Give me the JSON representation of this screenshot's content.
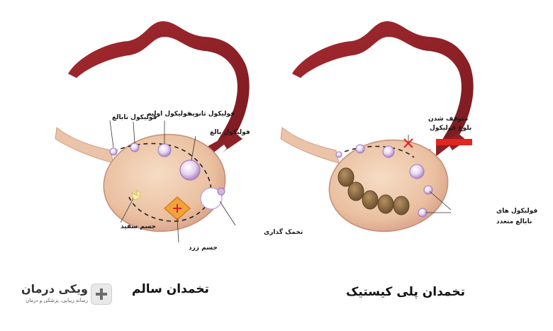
{
  "healthy": {
    "title": "تخمدان سالم",
    "labels": {
      "immature_follicle": "فولیکول نابالغ",
      "primary_follicle": "فولیکول اولیه",
      "secondary_follicle": "فولیکول ثانویه",
      "mature_follicle": "فولیکول بالغ",
      "ovulation": "تخمک گذاری",
      "corpus_luteum": "جسم زرد",
      "corpus_albicans": "جسم سفید"
    }
  },
  "pcos": {
    "title": "تخمدان پلی کیستیک",
    "labels": {
      "stopped_line1": "متوقف شدن",
      "stopped_line2": "بلوغ فولیکول",
      "multiple_line1": "فولیکول های",
      "multiple_line2": "نابالغ متعدد"
    }
  },
  "logo": {
    "name": "ویکی درمان",
    "tagline": "رسانه زیبایی، پزشکی و درمان"
  },
  "colors": {
    "tube": "#8e2027",
    "ovary": "#eec3a4",
    "follicle": "#c9a0d8",
    "cyst": "#8a6840",
    "accent": "#e0261f"
  }
}
